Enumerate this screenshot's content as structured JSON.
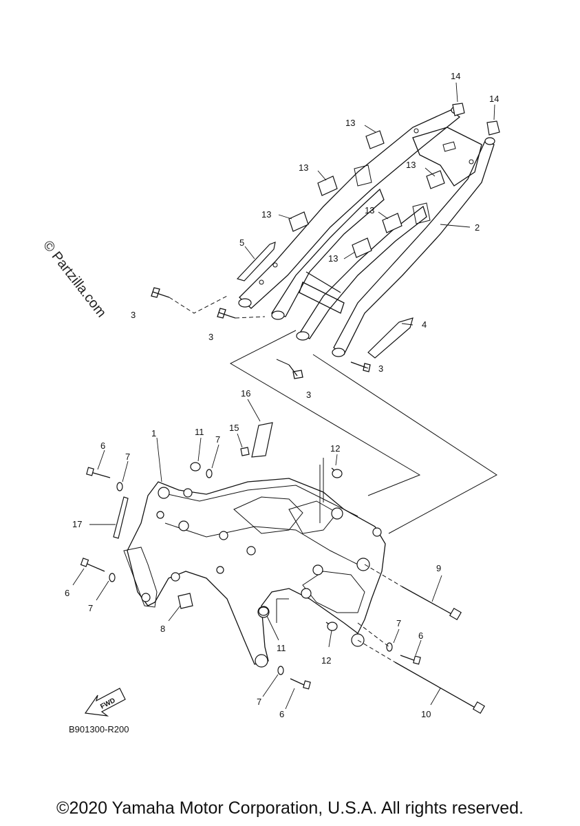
{
  "watermark": "© Partzilla.com",
  "diagram_code": "B901300-R200",
  "fwd_label": "FWD",
  "copyright": "©2020 Yamaha Motor Corporation, U.S.A. All rights reserved.",
  "callouts": {
    "c1": "1",
    "c2": "2",
    "c3a": "3",
    "c3b": "3",
    "c3c": "3",
    "c3d": "3",
    "c4": "4",
    "c5": "5",
    "c6a": "6",
    "c6b": "6",
    "c6c": "6",
    "c6d": "6",
    "c7a": "7",
    "c7b": "7",
    "c7c": "7",
    "c7d": "7",
    "c7e": "7",
    "c8": "8",
    "c9": "9",
    "c10": "10",
    "c11a": "11",
    "c11b": "11",
    "c12a": "12",
    "c12b": "12",
    "c13a": "13",
    "c13b": "13",
    "c13c": "13",
    "c13d": "13",
    "c13e": "13",
    "c13f": "13",
    "c14a": "14",
    "c14b": "14",
    "c15": "15",
    "c16": "16",
    "c17": "17"
  }
}
